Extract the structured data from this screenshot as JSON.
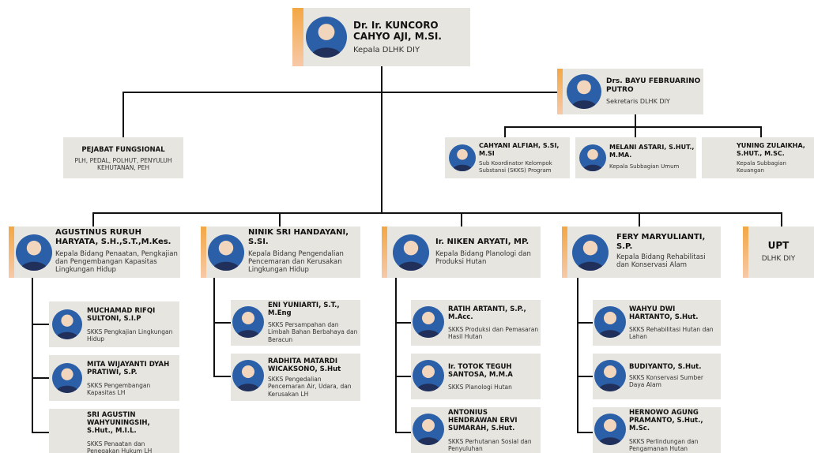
{
  "colors": {
    "box": "#e7e5df",
    "accent": "#f3a744",
    "line": "#111111",
    "avatar": "#2b5fa8"
  },
  "head": {
    "name": "Dr. Ir. KUNCORO CAHYO AJI, M.SI.",
    "role": "Kepala DLHK DIY"
  },
  "secretary": {
    "name": "Drs. BAYU FEBRUARINO PUTRO",
    "role": "Sekretaris DLHK DIY"
  },
  "functional": {
    "title": "PEJABAT FUNGSIONAL",
    "desc": "PLH, PEDAL, POLHUT, PENYULUH KEHUTANAN, PEH"
  },
  "secretariat": [
    {
      "name": "CAHYANI ALFIAH, S.SI, M.SI",
      "role": "Sub Koordinator Kelompok Substansi (SKKS) Program"
    },
    {
      "name": "MELANI ASTARI, S.HUT., M.MA.",
      "role": "Kepala Subbagian Umum"
    },
    {
      "name": "YUNING ZULAIKHA, S.HUT., M.SC.",
      "role": "Kepala Subbagian Keuangan"
    }
  ],
  "divisions": [
    {
      "name": "AGUSTINUS RURUH HARYATA, S.H.,S.T.,M.Kes.",
      "role": "Kepala Bidang Penaatan, Pengkajian dan Pengembangan Kapasitas Lingkungan Hidup",
      "staff": [
        {
          "name": "MUCHAMAD RIFQI SULTONI, S.I.P",
          "role": "SKKS Pengkajian Lingkungan Hidup"
        },
        {
          "name": "MITA WIJAYANTI DYAH PRATIWI, S.P.",
          "role": "SKKS Pengembangan Kapasitas LH"
        },
        {
          "name": "SRI AGUSTIN WAHYUNINGSIH, S.Hut., M.I.L.",
          "role": "SKKS Penaatan dan Penegakan Hukum LH"
        }
      ]
    },
    {
      "name": "NINIK SRI HANDAYANI, S.SI.",
      "role": "Kepala Bidang Pengendalian Pencemaran dan Kerusakan Lingkungan Hidup",
      "staff": [
        {
          "name": "ENI YUNIARTI, S.T., M.Eng",
          "role": "SKKS Persampahan dan Limbah Bahan Berbahaya dan Beracun"
        },
        {
          "name": "RADHITA MATARDI WICAKSONO, S.Hut",
          "role": "SKKS Pengedalian Pencemaran Air, Udara, dan Kerusakan LH"
        }
      ]
    },
    {
      "name": "Ir. NIKEN ARYATI, MP.",
      "role": "Kepala Bidang Planologi dan Produksi Hutan",
      "staff": [
        {
          "name": "RATIH ARTANTI, S.P., M.Acc.",
          "role": "SKKS Produksi dan Pemasaran Hasil Hutan"
        },
        {
          "name": "Ir. TOTOK TEGUH SANTOSA, M.M.A",
          "role": "SKKS Planologi Hutan"
        },
        {
          "name": "ANTONIUS HENDRAWAN ERVI SUMARAH, S.Hut.",
          "role": "SKKS Perhutanan Sosial dan Penyuluhan"
        }
      ]
    },
    {
      "name": "FERY MARYULIANTI, S.P.",
      "role": "Kepala Bidang Rehabilitasi dan Konservasi Alam",
      "staff": [
        {
          "name": "WAHYU DWI HARTANTO, S.Hut.",
          "role": "SKKS Rehabilitasi Hutan dan Lahan"
        },
        {
          "name": "BUDIYANTO, S.Hut.",
          "role": "SKKS Konservasi Sumber Daya Alam"
        },
        {
          "name": "HERNOWO AGUNG PRAMANTO, S.Hut., M.Sc.",
          "role": "SKKS Perlindungan dan Pengamanan Hutan"
        }
      ]
    }
  ],
  "upt": {
    "title": "UPT",
    "desc": "DLHK DIY"
  }
}
